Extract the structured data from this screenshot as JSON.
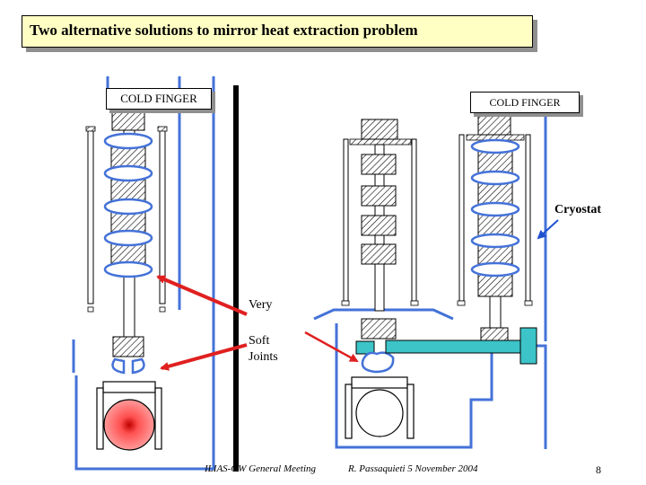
{
  "title": "Two alternative solutions to mirror heat extraction problem",
  "labels": {
    "cold_finger_left": "COLD FINGER",
    "cold_finger_right": "COLD FINGER",
    "cryostat": "Cryostat",
    "very": "Very",
    "soft": "Soft",
    "joints": "Joints"
  },
  "footer": {
    "conference": "ILIAS-GW  General Meeting",
    "author_date": "R. Passaquieti 5 November 2004",
    "page_number": "8"
  },
  "colors": {
    "cryostat_line": "#4472d8",
    "arrow": "#e02020",
    "heat_bar": "#3cc4c8",
    "mirror": "#ff6060"
  }
}
